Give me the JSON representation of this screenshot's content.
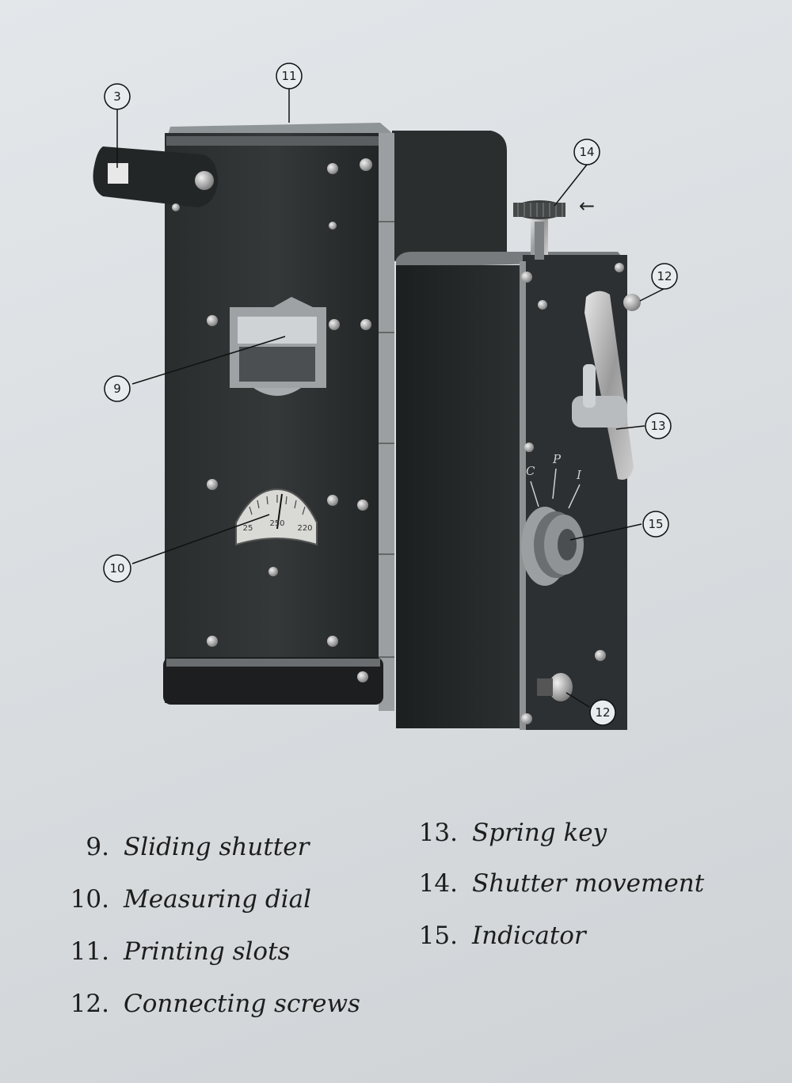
{
  "callouts": {
    "c3": "3",
    "c9": "9",
    "c10": "10",
    "c11": "11",
    "c12a": "12",
    "c12b": "12",
    "c13": "13",
    "c14": "14",
    "c15": "15"
  },
  "arrow": "←",
  "dial": {
    "left": "25",
    "middle": "250",
    "right": "220"
  },
  "positions": {
    "c": "C",
    "p": "P",
    "i": "I"
  },
  "legend": {
    "left": [
      {
        "num": "9.",
        "label": "Sliding shutter"
      },
      {
        "num": "10.",
        "label": "Measuring dial"
      },
      {
        "num": "11.",
        "label": "Printing slots"
      },
      {
        "num": "12.",
        "label": "Connecting screws"
      }
    ],
    "right": [
      {
        "num": "13.",
        "label": "Spring key"
      },
      {
        "num": "14.",
        "label": "Shutter movement"
      },
      {
        "num": "15.",
        "label": "Indicator"
      }
    ]
  }
}
